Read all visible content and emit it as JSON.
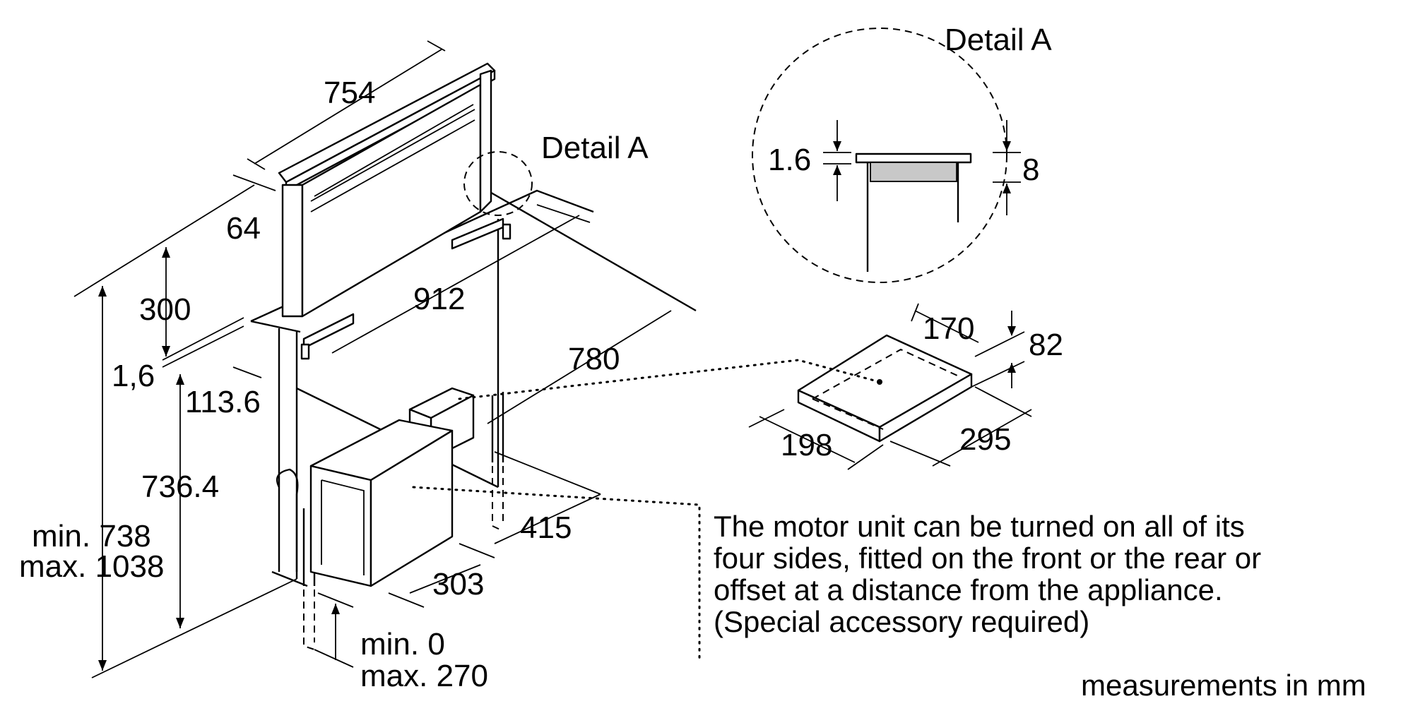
{
  "detail_title_top": "Detail A",
  "detail_label_side": "Detail A",
  "dimensions": {
    "width_754": "754",
    "depth_64": "64",
    "height_300": "300",
    "thickness_1_6_comma": "1,6",
    "offset_113_6": "113.6",
    "cutout_912": "912",
    "depth_780": "780",
    "height_736_4": "736.4",
    "min_738": "min. 738",
    "max_1038": "max. 1038",
    "motor_415": "415",
    "motor_303": "303",
    "min_0": "min. 0",
    "max_270": "max. 270",
    "detail_1_6": "1.6",
    "detail_8": "8",
    "motor_170": "170",
    "motor_82": "82",
    "motor_198": "198",
    "motor_295": "295"
  },
  "note_lines": [
    "The motor unit can be turned on all of its",
    "four sides, fitted on the front or the rear or",
    "offset at a distance from the appliance.",
    "(Special accessory required)"
  ],
  "units_note": "measurements in mm"
}
